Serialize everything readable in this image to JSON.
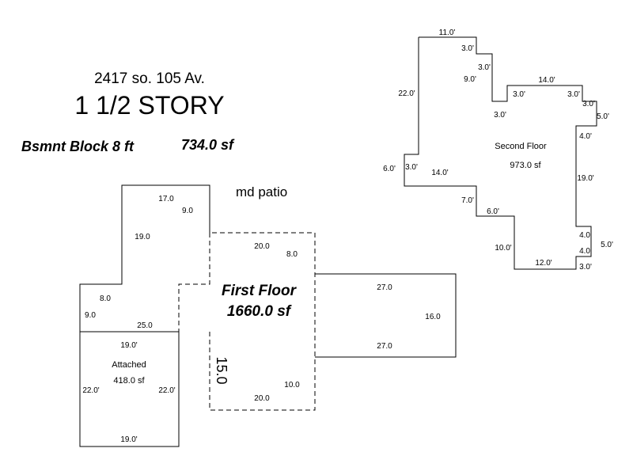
{
  "header": {
    "address": "2417 so. 105 Av.",
    "style": "1 1/2 STORY",
    "basement_label": "Bsmnt Block 8 ft",
    "basement_area": "734.0 sf"
  },
  "patio_label": "md patio",
  "first_floor": {
    "name": "First Floor",
    "area": "1660.0 sf",
    "dims": {
      "d17": "17.0",
      "d9a": "9.0",
      "d19": "19.0",
      "d8a": "8.0",
      "d9b": "9.0",
      "d25": "25.0",
      "d20a": "20.0",
      "d8b": "8.0",
      "d27a": "27.0",
      "d16": "16.0",
      "d27b": "27.0",
      "d15": "15.0",
      "d10": "10.0",
      "d20b": "20.0"
    }
  },
  "attached": {
    "name": "Attached",
    "area": "418.0 sf",
    "dims": {
      "top": "19.0'",
      "left": "22.0'",
      "right": "22.0'",
      "bottom": "19.0'"
    }
  },
  "second_floor": {
    "name": "Second Floor",
    "area": "973.0 sf",
    "dims": {
      "d11": "11.0'",
      "d3a": "3.0'",
      "d3b": "3.0'",
      "d9": "9.0'",
      "d22": "22.0'",
      "d14a": "14.0'",
      "d3c": "3.0'",
      "d3d": "3.0'",
      "d3e": "3.0'",
      "d3f": "3.0'",
      "d5a": "5.0'",
      "d4a": "4.0'",
      "d6": "6.0'",
      "d3g": "3.0'",
      "d14b": "14.0'",
      "d19": "19.0'",
      "d7": "7.0'",
      "d6b": "6.0'",
      "d4b": "4.0'",
      "d5b": "5.0'",
      "d4c": "4.0'",
      "d10": "10.0'",
      "d12": "12.0'",
      "d3h": "3.0'"
    }
  }
}
